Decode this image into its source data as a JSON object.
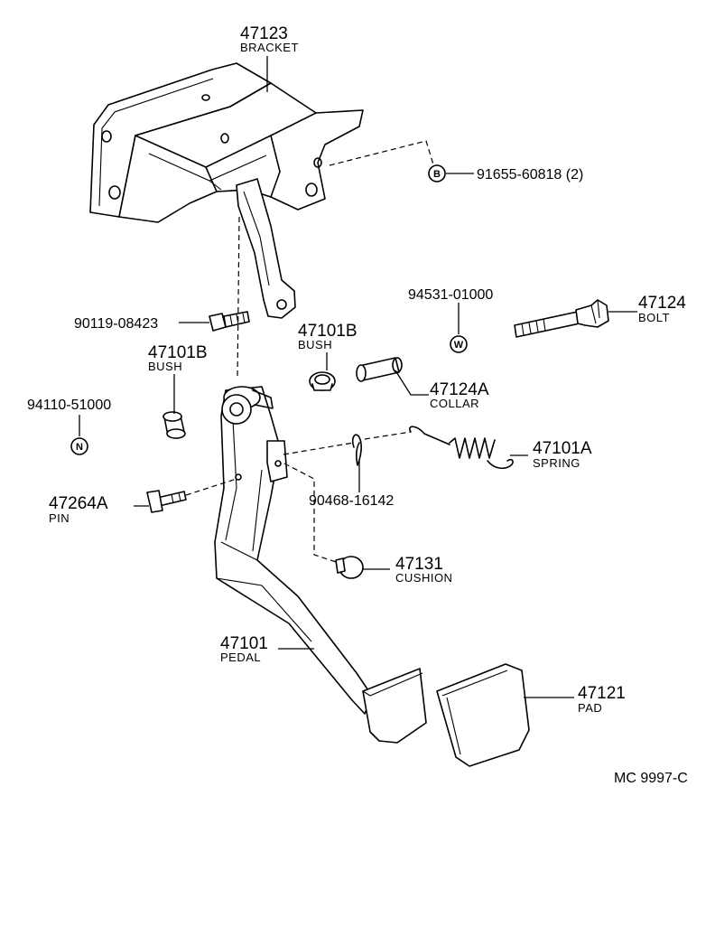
{
  "parts": [
    {
      "id": "bracket",
      "number": "47123",
      "name": "BRACKET"
    },
    {
      "id": "bracket-bolt",
      "number": "91655-60818 (2)",
      "code": "B"
    },
    {
      "id": "bolt",
      "number": "47124",
      "name": "BOLT"
    },
    {
      "id": "bolt-nut",
      "number": "94531-01000",
      "code": "W"
    },
    {
      "id": "stop-bolt",
      "number": "90119-08423"
    },
    {
      "id": "bush-right",
      "number": "47101B",
      "name": "BUSH"
    },
    {
      "id": "bush-left",
      "number": "47101B",
      "name": "BUSH"
    },
    {
      "id": "collar",
      "number": "47124A",
      "name": "COLLAR"
    },
    {
      "id": "pin-nut",
      "number": "94110-51000",
      "code": "N"
    },
    {
      "id": "spring",
      "number": "47101A",
      "name": "SPRING"
    },
    {
      "id": "pin",
      "number": "47264A",
      "name": "PIN"
    },
    {
      "id": "clip",
      "number": "90468-16142"
    },
    {
      "id": "cushion",
      "number": "47131",
      "name": "CUSHION"
    },
    {
      "id": "pedal",
      "number": "47101",
      "name": "PEDAL"
    },
    {
      "id": "pad",
      "number": "47121",
      "name": "PAD"
    }
  ],
  "footer": {
    "reference": "MC  9997-C"
  }
}
